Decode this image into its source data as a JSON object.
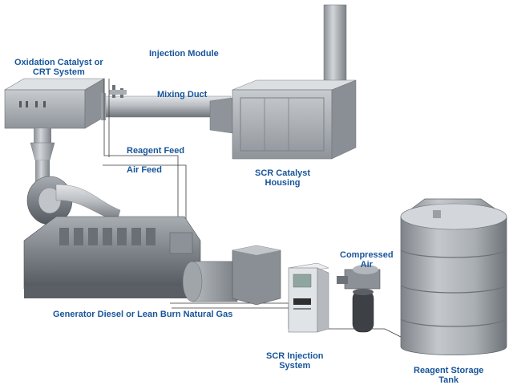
{
  "labels": {
    "oxidation_catalyst": [
      "Oxidation Catalyst or",
      "CRT System"
    ],
    "injection_module": "Injection Module",
    "mixing_duct": "Mixing Duct",
    "reagent_feed": "Reagent Feed",
    "air_feed": "Air Feed",
    "scr_catalyst_housing": [
      "SCR Catalyst",
      "Housing"
    ],
    "compressed_air": [
      "Compressed",
      "Air"
    ],
    "generator": "Generator Diesel or Lean Burn Natural Gas",
    "scr_injection_system": [
      "SCR Injection",
      "System"
    ],
    "reagent_storage_tank": [
      "Reagent Storage",
      "Tank"
    ]
  },
  "colors": {
    "label": "#17559a",
    "metal_light": "#c9ccd0",
    "metal_mid": "#9ea3a8",
    "metal_dark": "#6d7278",
    "line": "#3a3a3a"
  }
}
